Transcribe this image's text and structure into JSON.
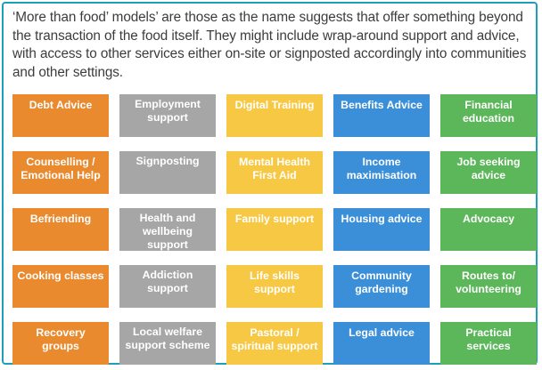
{
  "intro_text": "‘More than food’ models’ are those as the name suggests that offer something beyond the transaction of the food itself. They might include wrap-around support and advice, with access to other services either on-site or signposted accordingly into communities and other settings.",
  "colors": {
    "border": "#1e9fb8",
    "orange": "#e98a2f",
    "grey": "#a6a6a6",
    "yellow": "#f7c843",
    "blue": "#3b8fd9",
    "green": "#5cb65a"
  },
  "rows": [
    [
      "Debt Advice",
      "Employment support",
      "Digital Training",
      "Benefits Advice",
      "Financial education"
    ],
    [
      "Counselling / Emotional Help",
      "Signposting",
      "Mental Health First Aid",
      "Income maximisation",
      "Job seeking advice"
    ],
    [
      "Befriending",
      "Health and wellbeing support",
      "Family support",
      "Housing advice",
      "Advocacy"
    ],
    [
      "Cooking classes",
      "Addiction support",
      "Life skills support",
      "Community gardening",
      "Routes to/ volunteering"
    ],
    [
      "Recovery groups",
      "Local welfare support scheme",
      "Pastoral / spiritual support",
      "Legal advice",
      "Practical services"
    ]
  ]
}
